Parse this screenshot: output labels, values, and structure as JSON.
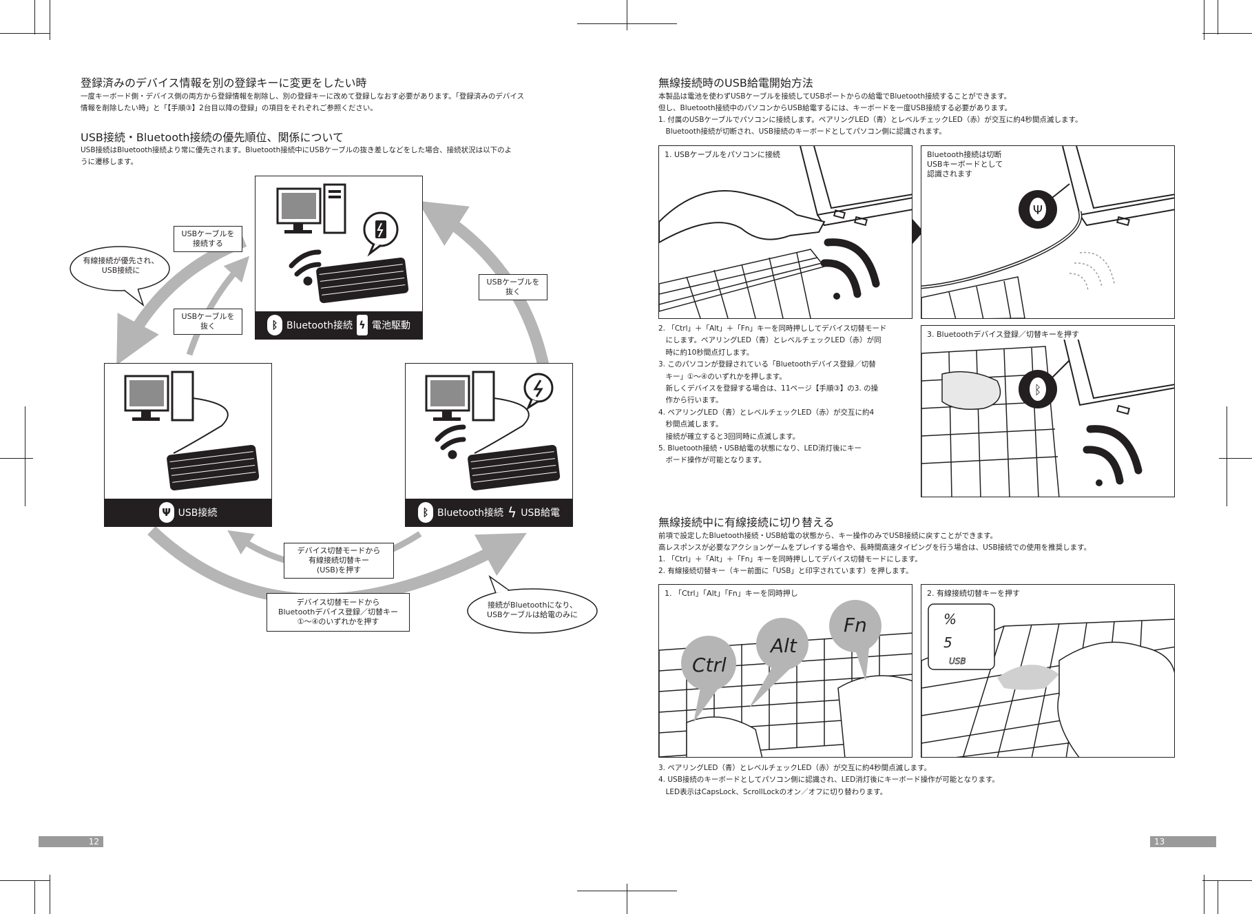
{
  "left_page": {
    "section1": {
      "title": "登録済みのデバイス情報を別の登録キーに変更をしたい時",
      "lines": [
        "一度キーボード側・デバイス側の両方から登録情報を削除し、別の登録キーに改めて登録しなおす必要があります。「登録済みのデバイス",
        "情報を削除したい時」と「【手順③】2台目以降の登録」の項目をそれぞれご参照ください。"
      ]
    },
    "section2": {
      "title": "USB接続・Bluetooth接続の優先順位、関係について",
      "lines": [
        "USB接続はBluetooth接続より常に優先されます。Bluetooth接続中にUSBケーブルの抜き差しなどをした場合、接続状況は以下のよ",
        "うに遷移します。"
      ]
    },
    "diagram": {
      "mode_top": {
        "label1": "Bluetooth接続",
        "label2": "電池駆動"
      },
      "mode_left": {
        "label1": "USB接続"
      },
      "mode_right": {
        "label1": "Bluetooth接続",
        "label2": "USB給電"
      },
      "labels": {
        "connect_usb": "USBケーブルを\n接続する",
        "unplug_inner": "USBケーブルを\n抜く",
        "unplug_right": "USBケーブルを\n抜く",
        "switch_to_usb": "デバイス切替モードから\n有線接続切替キー\n(USB)を押す",
        "switch_to_bt": "デバイス切替モードから\nBluetoothデバイス登録／切替キー\n①〜④のいずれかを押す"
      },
      "bubbles": {
        "wired_priority": "有線接続が優先され、\nUSB接続に",
        "bt_usb_power": "接続がBluetoothになり、\nUSBケーブルは給電のみに"
      },
      "icons": [
        "bluetooth-icon",
        "battery-icon",
        "usb-icon",
        "lightning-icon",
        "wireless-signal-icon",
        "computer-icon",
        "keyboard-icon"
      ]
    },
    "page_number": "12"
  },
  "right_page": {
    "section1": {
      "title": "無線接続時のUSB給電開始方法",
      "lines": [
        "本製品は電池を使わずUSBケーブルを接続してUSBポートからの給電でBluetooth接続することができます。",
        "但し、Bluetooth接続中のパソコンからUSB給電するには、キーボードを一度USB接続する必要があります。",
        "1. 付属のUSBケーブルでパソコンに接続します。ペアリングLED（青）とレベルチェックLED（赤）が交互に約4秒間点滅します。",
        "　Bluetooth接続が切断され、USB接続のキーボードとしてパソコン側に認識されます。"
      ],
      "panel1_caption": "1. USBケーブルをパソコンに接続",
      "panel2_caption": "Bluetooth接続は切断\nUSBキーボードとして\n認識されます",
      "panel3_caption": "3. Bluetoothデバイス登録／切替キーを押す",
      "steps": [
        "2. 「Ctrl」＋「Alt」＋「Fn」キーを同時押ししてデバイス切替モード",
        "　にします。ペアリングLED（青）とレベルチェックLED（赤）が同",
        "　時に約10秒間点灯します。",
        "3. このパソコンが登録されている「Bluetoothデバイス登録／切替",
        "　キー」①〜④のいずれかを押します。",
        "　新しくデバイスを登録する場合は、11ページ【手順③】の3. の操",
        "　作から行います。",
        "4. ペアリングLED（青）とレベルチェックLED（赤）が交互に約4",
        "　秒間点滅します。",
        "　接続が確立すると3回同時に点滅します。",
        "5. Bluetooth接続・USB給電の状態になり、LED消灯後にキー",
        "　ボード操作が可能となります。"
      ]
    },
    "section2": {
      "title": "無線接続中に有線接続に切り替える",
      "lines": [
        "前項で設定したBluetooth接続・USB給電の状態から、キー操作のみでUSB接続に戻すことができます。",
        "高レスポンスが必要なアクションゲームをプレイする場合や、長時間高速タイピングを行う場合は、USB接続での使用を推奨します。",
        "1. 「Ctrl」＋「Alt」＋「Fn」キーを同時押ししてデバイス切替モードにします。",
        "2. 有線接続切替キー（キー前面に「USB」と印字されています）を押します。"
      ],
      "panel4_caption": "1. 「Ctrl」「Alt」「Fn」キーを同時押し",
      "panel5_caption": "2. 有線接続切替キーを押す",
      "keys": {
        "ctrl": "Ctrl",
        "alt": "Alt",
        "fn": "Fn"
      },
      "usb_key": {
        "top": "%",
        "mid": "5",
        "bottom": "USB"
      },
      "after_lines": [
        "3. ペアリングLED（青）とレベルチェックLED（赤）が交互に約4秒間点滅します。",
        "4. USB接続のキーボードとしてパソコン側に認識され、LED消灯後にキーボード操作が可能となります。",
        "　LED表示はCapsLock、ScrollLockのオン／オフに切り替わります。"
      ]
    },
    "page_number": "13"
  }
}
